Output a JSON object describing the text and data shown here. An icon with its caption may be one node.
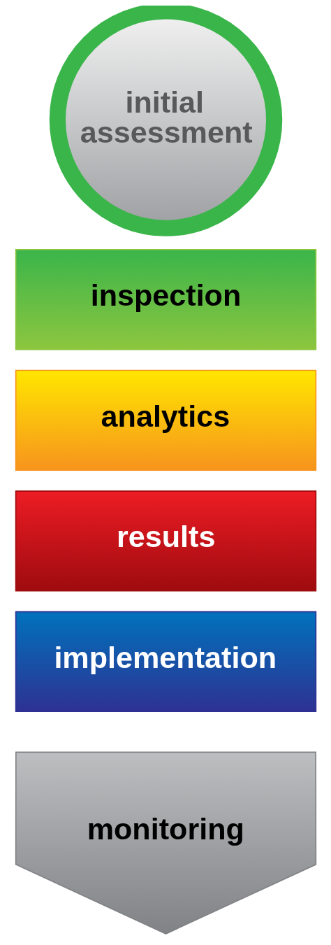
{
  "diagram": {
    "nodes": [
      {
        "text": [
          "initial assessment"
        ]
      },
      {
        "text": [
          "inspection"
        ]
      },
      {
        "text": [
          "analytics"
        ]
      },
      {
        "text": [
          "results"
        ]
      },
      {
        "text": [
          "implementation"
        ]
      },
      {
        "text": [
          "monitoring"
        ]
      }
    ]
  }
}
